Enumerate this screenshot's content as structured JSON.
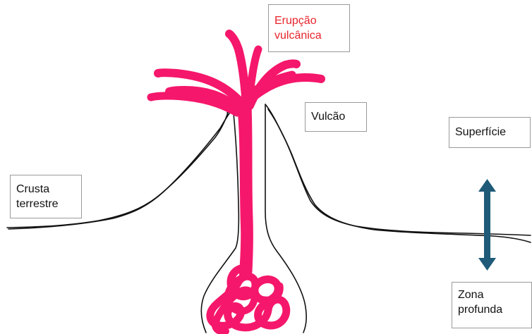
{
  "labels": {
    "eruption": "Erupção\nvulcânica",
    "volcano": "Vulcão",
    "surface": "Superfície",
    "crust": "Crusta\nterrestre",
    "deep_zone": "Zona\nprofunda"
  },
  "colors": {
    "magma": "#f5176b",
    "outline": "#111111",
    "arrow": "#1f5a78",
    "eruption_text": "#e8242c"
  }
}
